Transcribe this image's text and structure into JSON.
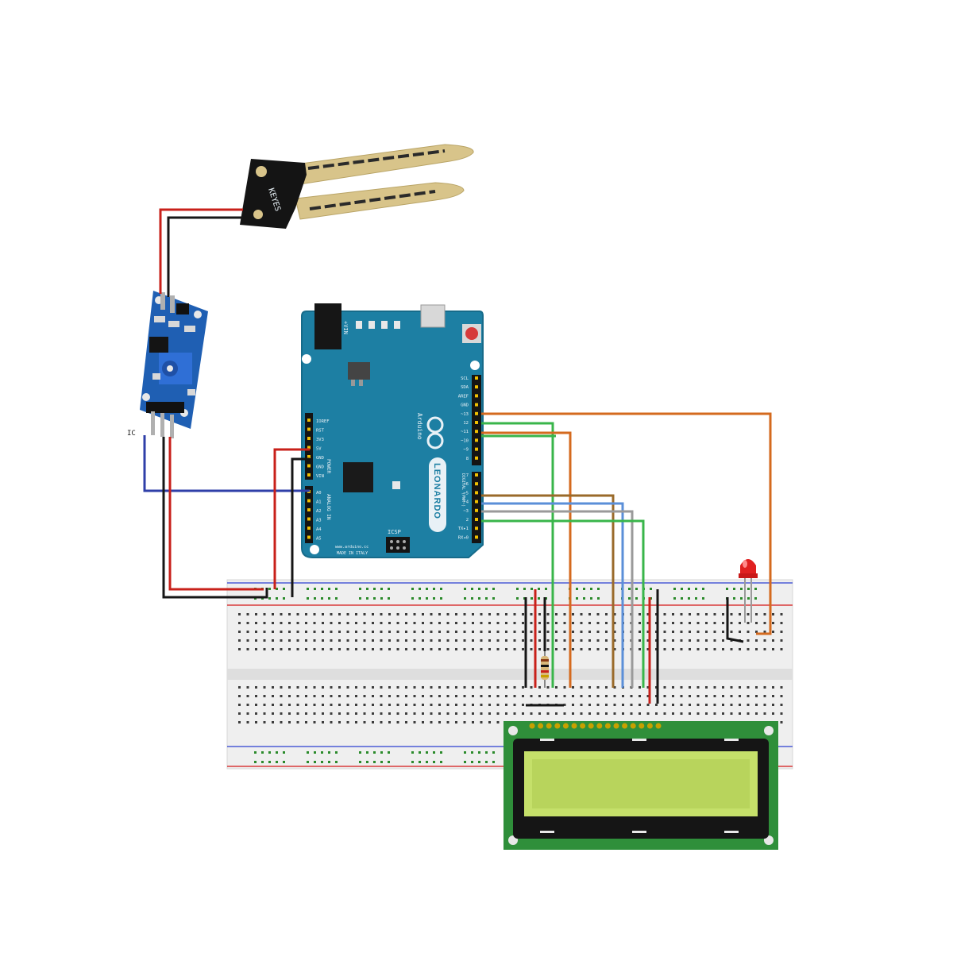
{
  "diagram": {
    "arduino": {
      "model_label": "LEONARDO",
      "brand_label": "Arduino",
      "icsp_label": "ICSP",
      "website_label": "www.arduino.cc",
      "made_in_label": "MADE IN ITALY",
      "vin_label": "+VIN",
      "power_header_label": "POWER",
      "analog_header_label": "ANALOG IN",
      "digital_header_label": "DIGITAL (PWM~)",
      "power_pins": [
        "IOREF",
        "RST",
        "3V3",
        "5V",
        "GND",
        "GND",
        "VIN"
      ],
      "analog_pins": [
        "A0",
        "A1",
        "A2",
        "A3",
        "A4",
        "A5"
      ],
      "top_digital_pins": [
        "SCL",
        "SDA",
        "AREF",
        "GND",
        "~13",
        "12",
        "~11",
        "~10",
        "~9",
        "8"
      ],
      "bottom_digital_pins": [
        "7",
        "~6",
        "~5",
        "4",
        "~3",
        "2",
        "TX▸1",
        "RX◂0"
      ]
    },
    "soil_probe": {
      "silkscreen": "KEYES"
    },
    "sensor_module": {
      "pin_mark": "IC"
    },
    "wire_colors": {
      "red": "#c8201a",
      "black": "#161616",
      "blue": "#2f3fa8",
      "orange": "#d46a1e",
      "green": "#39b54a",
      "brown": "#9a6a2a",
      "light_blue": "#5b8fd8",
      "gray": "#9a9a9a"
    },
    "component_colors": {
      "board_blue": "#1d7fa3",
      "lcd_screen": "#c5e06a",
      "lcd_pcb": "#2f8f3a",
      "led_red": "#e02020",
      "probe_gold": "#d8c48a"
    }
  }
}
